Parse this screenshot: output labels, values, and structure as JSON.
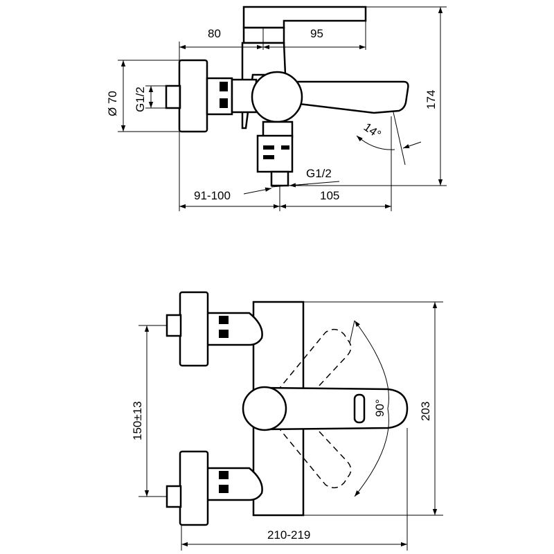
{
  "top_view": {
    "dimensions": {
      "left_depth": "80",
      "right_depth": "95",
      "diameter": "Ø 70",
      "inlet_thread": "G1/2",
      "outlet_thread": "G1/2",
      "height": "174",
      "spout_angle": "14°",
      "wall_offset": "91-100",
      "spout_reach": "105"
    }
  },
  "front_view": {
    "dimensions": {
      "inlet_spacing": "150±13",
      "lever_rotation": "90°",
      "height": "203",
      "width": "210-219"
    }
  },
  "colors": {
    "line": "#000000",
    "background": "#ffffff"
  }
}
